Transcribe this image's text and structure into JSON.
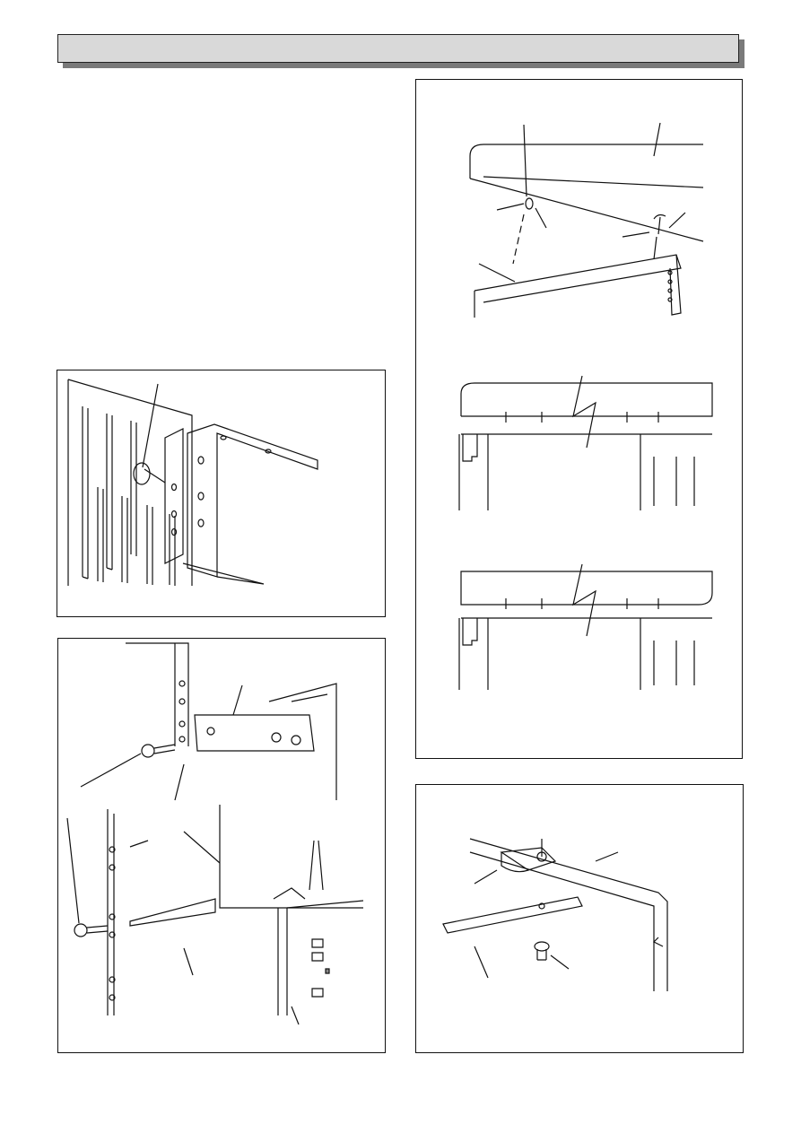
{
  "header": {
    "title": ""
  },
  "figures": [
    {
      "name": "figure-hinge-pin",
      "icon": "hinge-pin-drawing"
    },
    {
      "name": "figure-bracket-screws",
      "icon": "bracket-screw-drawing"
    },
    {
      "name": "figure-top-cover-mount",
      "icon": "top-cover-drawing"
    },
    {
      "name": "figure-clip-screw",
      "icon": "clip-screw-drawing"
    }
  ],
  "colors": {
    "line": "#111111",
    "title_bar": "#d9d9d9",
    "shadow": "#7a7a7a"
  }
}
